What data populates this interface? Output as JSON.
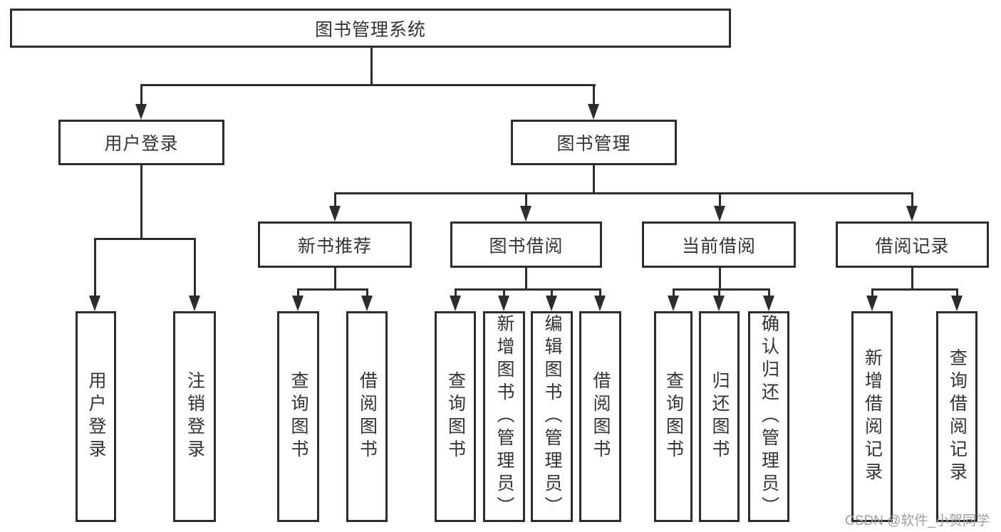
{
  "nodes": {
    "root": "图书管理系统",
    "user_login": "用户登录",
    "book_management": "图书管理",
    "new_book_recommend": "新书推荐",
    "book_borrow": "图书借阅",
    "current_borrow": "当前借阅",
    "borrow_record": "借阅记录",
    "leaf_user_login": "用户登录",
    "leaf_logout": "注销登录",
    "rec_query_book": "查询图书",
    "rec_borrow_book": "借阅图书",
    "bb_query_book": "查询图书",
    "bb_add_book": "新增图书（管理员）",
    "bb_edit_book": "编辑图书（管理员）",
    "bb_borrow_book": "借阅图书",
    "cb_query_book": "查询图书",
    "cb_return_book": "归还图书",
    "cb_confirm_return": "确认归还（管理员）",
    "br_add_record": "新增借阅记录",
    "br_query_record": "查询借阅记录"
  },
  "watermark": "CSDN @软件_小贺同学",
  "colors": {
    "line": "#2d2d2d",
    "box_border": "#2d2d2d",
    "text": "#333333",
    "watermark": "#9e9e9e",
    "background": "#ffffff"
  }
}
